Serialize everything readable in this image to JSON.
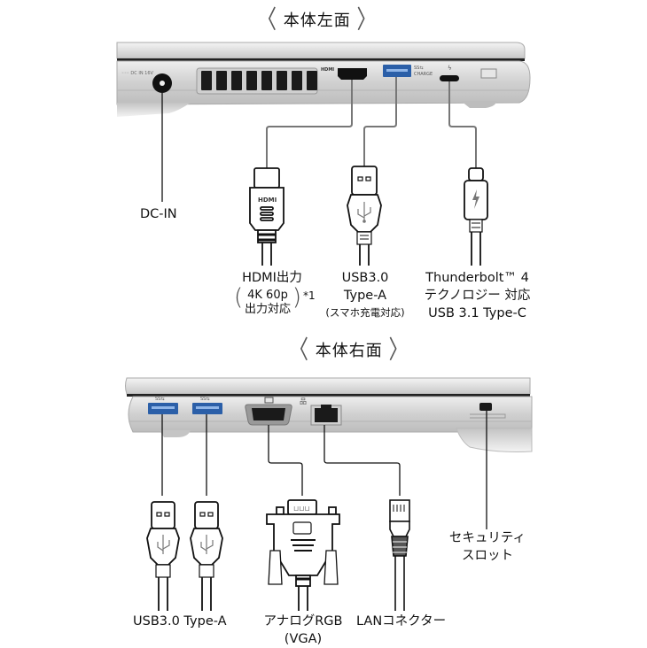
{
  "left_side": {
    "title": "本体左面",
    "bracket_open": "〈",
    "bracket_close": "〉",
    "body_print": "DC IN 16V",
    "ports": [
      {
        "id": "dc-in",
        "label": "DC-IN"
      },
      {
        "id": "hdmi",
        "label": "HDMI出力",
        "note_line1": "4K 60p",
        "note_line2": "出力対応",
        "footnote": "*1",
        "icon_text": "HDMI"
      },
      {
        "id": "usb-a",
        "label_line1": "USB3.0",
        "label_line2": "Type-A",
        "note": "(スマホ充電対応)",
        "icon_text": "SS CHARGE"
      },
      {
        "id": "thunderbolt",
        "label_line1": "Thunderbolt™ 4",
        "label_line2": "テクノロジー 対応",
        "label_line3": "USB 3.1 Type-C"
      }
    ]
  },
  "right_side": {
    "title": "本体右面",
    "bracket_open": "〈",
    "bracket_close": "〉",
    "ports": [
      {
        "id": "usb-a-pair",
        "label": "USB3.0 Type-A"
      },
      {
        "id": "vga",
        "label_line1": "アナログRGB",
        "label_line2": "(VGA)"
      },
      {
        "id": "lan",
        "label": "LANコネクター"
      },
      {
        "id": "security-slot",
        "label_line1": "セキュリティ",
        "label_line2": "スロット"
      }
    ]
  },
  "colors": {
    "laptop_body": "#d4d4d4",
    "laptop_dark": "#222222",
    "usb_blue": "#2b5fa8",
    "leader_line": "#777777",
    "leader_line_dark": "#111111"
  }
}
